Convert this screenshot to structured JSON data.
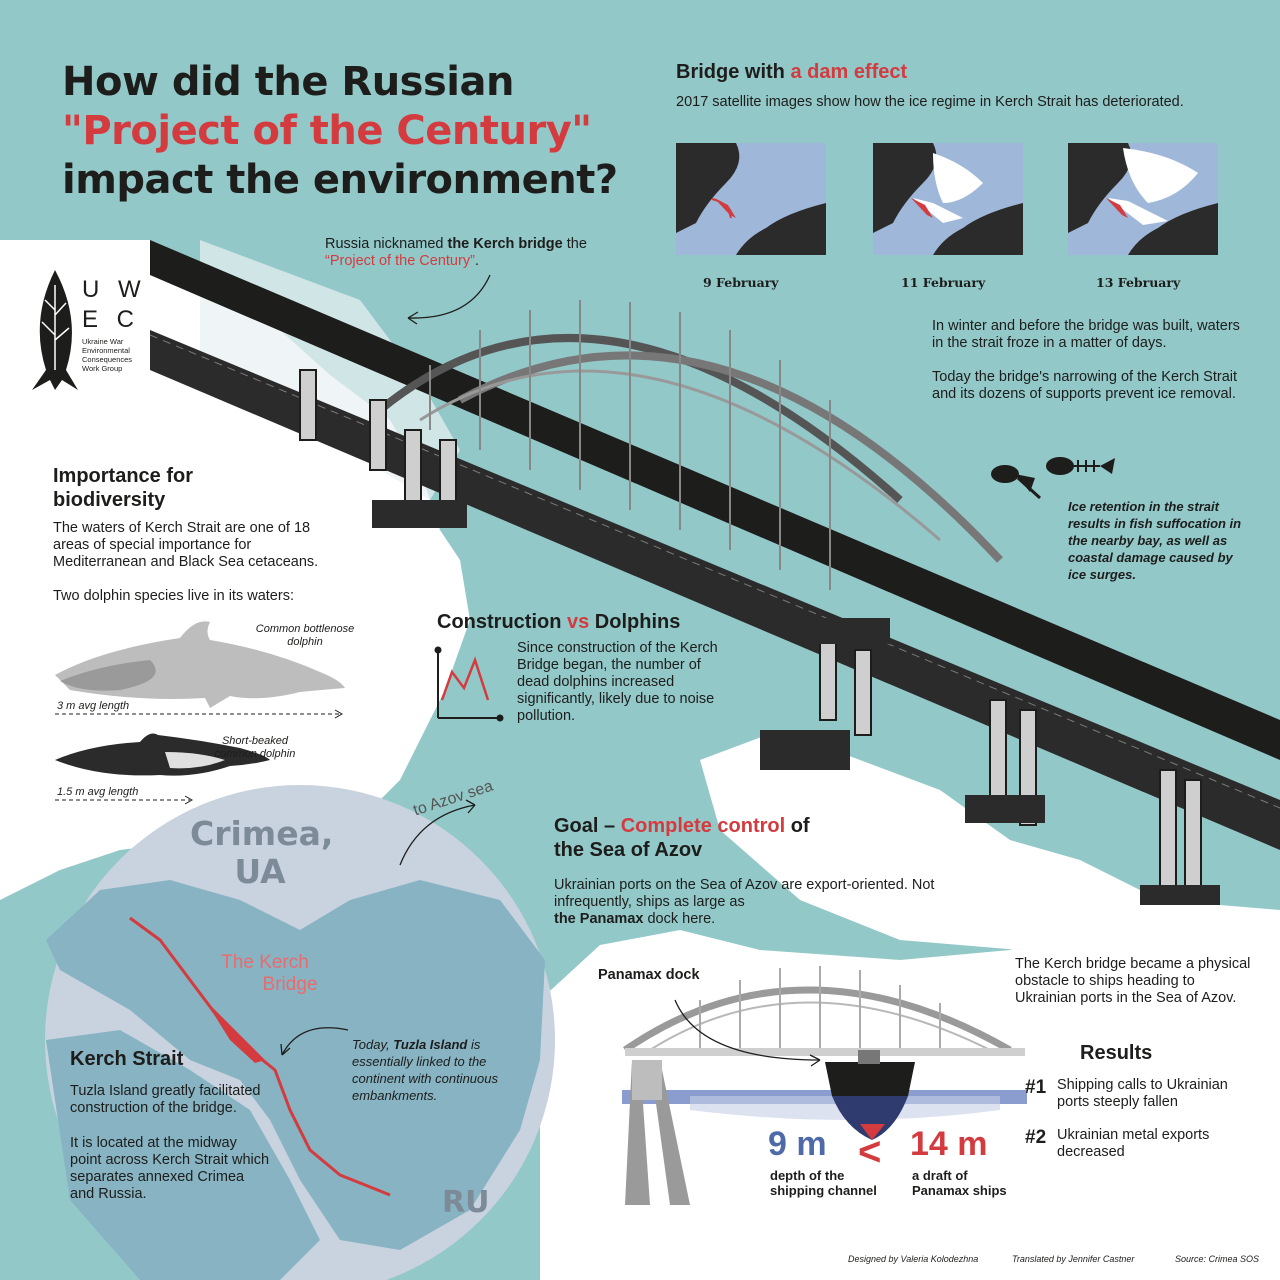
{
  "title": {
    "line1": "How did the Russian",
    "line2": "\"Project of the Century\"",
    "line3": "impact the environment?"
  },
  "logo": {
    "letters_top": "U W",
    "letters_bottom": "E C",
    "caption_lines": [
      "Ukraine War",
      "Environmental",
      "Consequences",
      "Work Group"
    ]
  },
  "nickname": {
    "pre": "Russia nicknamed ",
    "bridge": "the Kerch bridge",
    "post": " the",
    "quote": "“Project of the Century”",
    "end": "."
  },
  "dam": {
    "heading_pre": "Bridge with ",
    "heading_red": "a dam effect",
    "subtitle": "2017 satellite images show how the ice regime in Kerch Strait has deteriorated.",
    "dates": [
      "9 February",
      "11 February",
      "13 February"
    ],
    "para1": "In winter and before the bridge was built, waters in the strait froze in a matter of days.",
    "para2": "Today the bridge's narrowing of the Kerch Strait and its dozens of supports prevent ice removal.",
    "fish_note": "Ice retention in the strait results in fish suffocation in the nearby bay, as well as coastal damage caused by ice surges."
  },
  "biodiversity": {
    "heading_l1": "Importance for",
    "heading_l2": "biodiversity",
    "para1": "The waters of Kerch Strait are one of 18 areas of special importance for Mediterranean and Black Sea cetaceans.",
    "para2": "Two dolphin species live in its waters:",
    "dolphin1_name": "Common bottlenose dolphin",
    "dolphin1_length": "3 m avg length",
    "dolphin2_name": "Short-beaked common dolphin",
    "dolphin2_length": "1.5 m avg length"
  },
  "construction": {
    "heading_pre": "Construction ",
    "heading_vs": "vs",
    "heading_post": " Dolphins",
    "text": "Since construction of the Kerch Bridge began, the number of dead dolphins increased significantly, likely due to noise pollution."
  },
  "map": {
    "crimea_l1": "Crimea,",
    "crimea_l2": "UA",
    "ru": "RU",
    "to_azov": "to Azov sea",
    "kerch_bridge_l1": "The Kerch",
    "kerch_bridge_l2": "Bridge",
    "tuzla_pre": "Today, ",
    "tuzla_bold": "Tuzla Island",
    "tuzla_post": " is essentially linked to the continent with continuous embankments.",
    "strait_heading": "Kerch Strait",
    "strait_para1": "Tuzla Island greatly facilitated construction of the bridge.",
    "strait_para2": "It is located at the midway point across Kerch Strait which separates annexed Crimea and Russia."
  },
  "goal": {
    "heading_pre": "Goal – ",
    "heading_red": "Complete control",
    "heading_post": " of",
    "heading_l2": "the Sea of Azov",
    "text_pre": "Ukrainian ports on the Sea of Azov are export-oriented. Not infrequently, ships as large as",
    "text_bold": "the Panamax",
    "text_post": " dock here."
  },
  "panamax": {
    "dock_label": "Panamax dock",
    "obstacle": "The Kerch bridge became a physical obstacle to ships heading to Ukrainian ports in the Sea of Azov.",
    "depth_value": "9 m",
    "depth_label_l1": "depth of the",
    "depth_label_l2": "shipping channel",
    "less_than": "<",
    "draft_value": "14 m",
    "draft_label_l1": "a draft of",
    "draft_label_l2": "Panamax ships"
  },
  "results": {
    "heading": "Results",
    "items": [
      {
        "num": "#1",
        "text": "Shipping calls to Ukrainian ports steeply fallen"
      },
      {
        "num": "#2",
        "text": "Ukrainian metal exports decreased"
      }
    ]
  },
  "credits": {
    "designed": "Designed by Valeria Kolodezhna",
    "translated": "Translated by Jennifer Castner",
    "source": "Source: Crimea SOS"
  },
  "colors": {
    "sea": "#93c8c9",
    "accent_red": "#d43b3f",
    "map_circle": "#c9d3e0",
    "map_water": "#87b3c3",
    "depth_blue": "#4f6aa8"
  }
}
